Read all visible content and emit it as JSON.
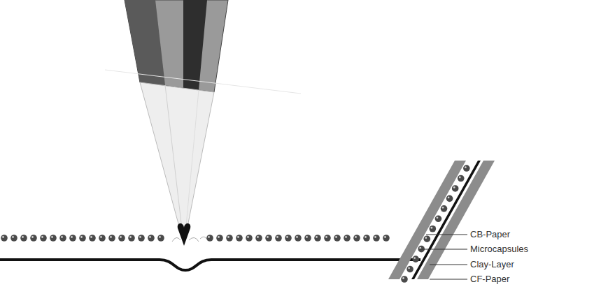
{
  "diagram": {
    "labels": [
      "CB-Paper",
      "Microcapsules",
      "Clay-Layer",
      "CF-Paper"
    ]
  }
}
